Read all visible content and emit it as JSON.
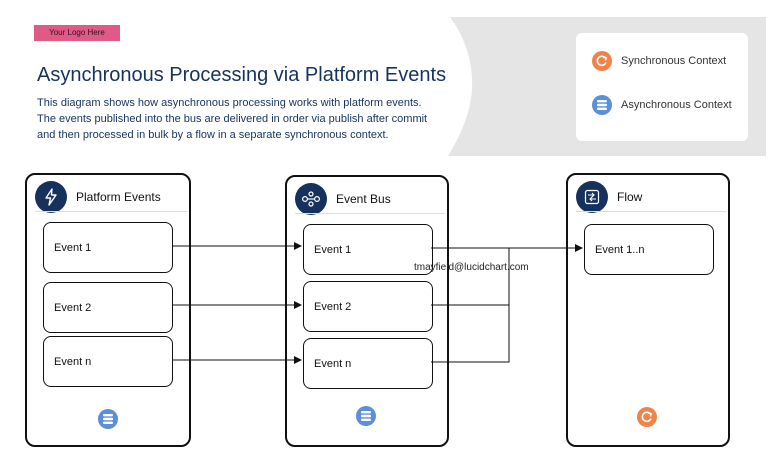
{
  "header": {
    "logo": "Your Logo Here",
    "title": "Asynchronous Processing via Platform Events",
    "description": "This diagram shows how asynchronous processing works with platform events. The events published into the bus are delivered in order via publish after commit and then processed in bulk by a flow in a separate synchronous context."
  },
  "legend": {
    "sync_label": "Synchronous Context",
    "async_label": "Asynchronous Context"
  },
  "panels": {
    "platform_events": {
      "title": "Platform Events",
      "events": [
        "Event 1",
        "Event 2",
        "Event n"
      ]
    },
    "event_bus": {
      "title": "Event Bus",
      "events": [
        "Event 1",
        "Event 2",
        "Event n"
      ]
    },
    "flow": {
      "title": "Flow",
      "events": [
        "Event 1..n"
      ]
    }
  },
  "annotation": {
    "email": "tmayfield@lucidchart.com"
  },
  "colors": {
    "navy": "#16325c",
    "orange": "#f0834a",
    "blue": "#5b8fd9",
    "logo_pink": "#e05a86",
    "header_grey": "#e5e5e5"
  }
}
